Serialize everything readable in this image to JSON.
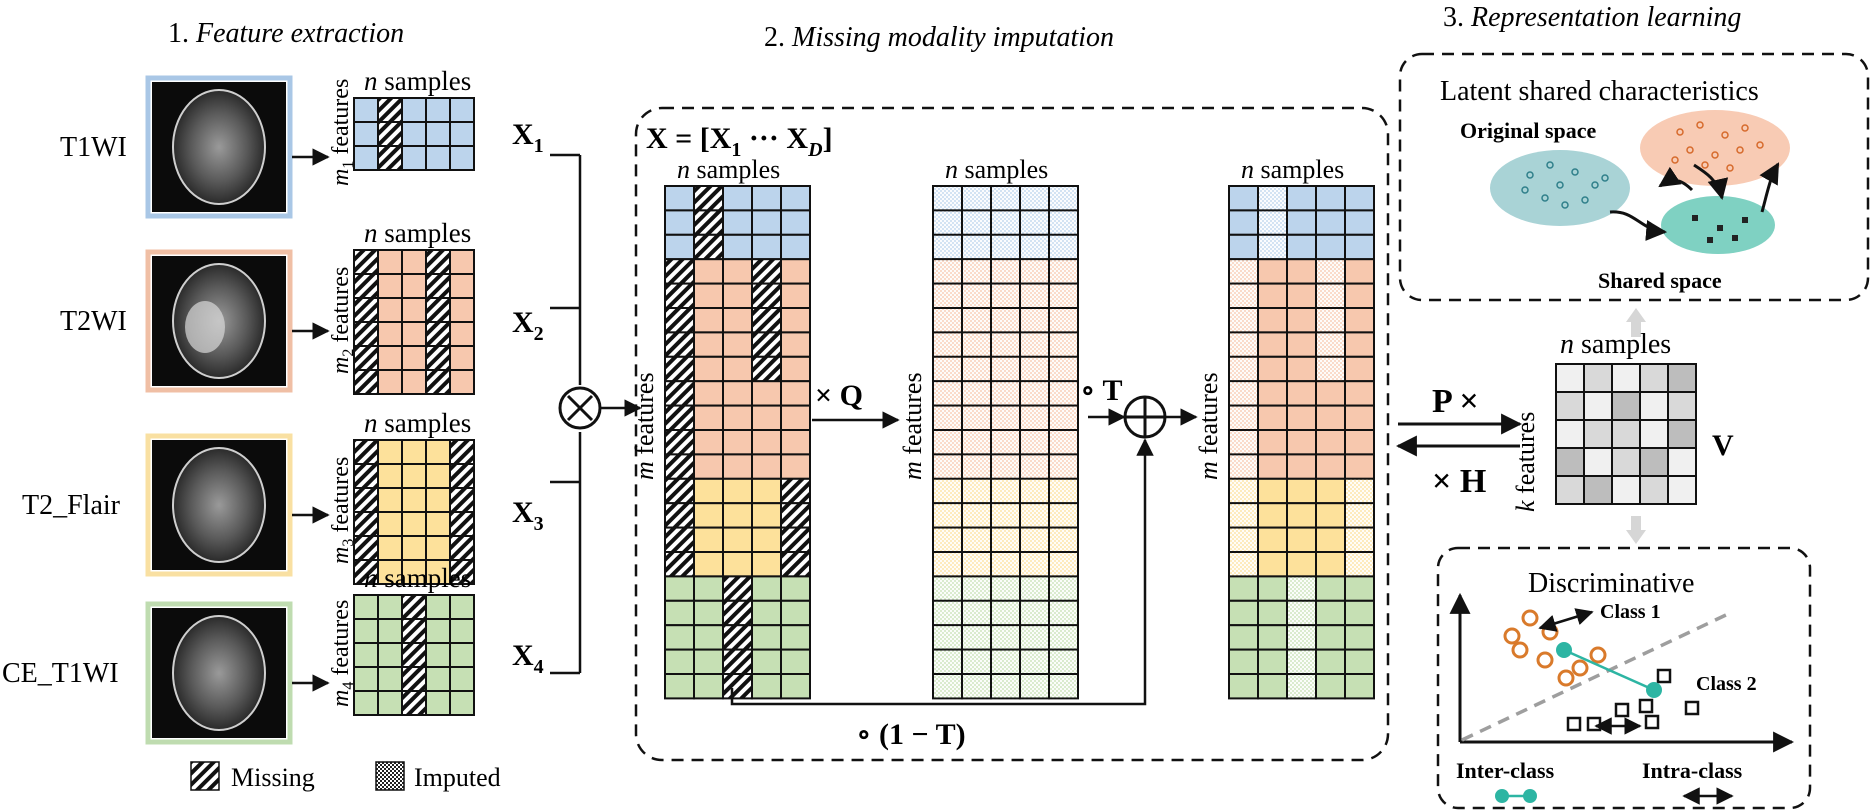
{
  "sections": {
    "feature_extraction": {
      "number": "1.",
      "title": "Feature extraction"
    },
    "imputation": {
      "number": "2.",
      "title": "Missing modality imputation"
    },
    "representation": {
      "number": "3.",
      "title": "Representation learning"
    }
  },
  "modalities": [
    {
      "name": "T1WI",
      "label": "X",
      "sub": "1",
      "m": "m",
      "msub": "1",
      "color": "#bcd4ec",
      "border": "#a9c7e6",
      "missing_cols": [
        2
      ]
    },
    {
      "name": "T2WI",
      "label": "X",
      "sub": "2",
      "m": "m",
      "msub": "2",
      "color": "#f7c8ae",
      "border": "#f0bfa5",
      "missing_cols": [
        1,
        4
      ]
    },
    {
      "name": "T2_Flair",
      "label": "X",
      "sub": "3",
      "m": "m",
      "msub": "3",
      "color": "#fde19b",
      "border": "#f9e0a2",
      "missing_cols": [
        1,
        5
      ]
    },
    {
      "name": "CE_T1WI",
      "label": "X",
      "sub": "4",
      "m": "m",
      "msub": "4",
      "color": "#c6e0b4",
      "border": "#bfdcb0",
      "missing_cols": [
        3
      ]
    }
  ],
  "common": {
    "n_samples": "samples",
    "n": "n",
    "features": "features",
    "m": "m",
    "k": "k"
  },
  "legend": {
    "missing": "Missing",
    "imputed": "Imputed"
  },
  "imputation": {
    "X_eq": "X = [X",
    "X_eq_dots": " ··· X",
    "X_eq_sub_D": "D",
    "X_eq_close": "]",
    "times_Q": "× Q",
    "circ_T": "∘ T",
    "one_minus_T": "∘ (1 − T)"
  },
  "representation": {
    "latent_title": "Latent shared characteristics",
    "original_space": "Original space",
    "shared_space": "Shared space",
    "P_times": "P ×",
    "times_H": "× H",
    "V": "V",
    "discriminative": "Discriminative",
    "class1": "Class 1",
    "class2": "Class 2",
    "inter_class": "Inter-class",
    "intra_class": "Intra-class"
  },
  "colors": {
    "teal": "#2db5a3",
    "orange": "#d97a2b",
    "gray_arrow": "#cfcfcf"
  }
}
